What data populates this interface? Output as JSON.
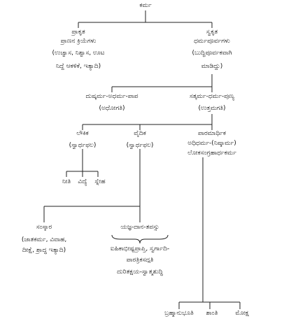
{
  "diagram": {
    "root": "ಕರ್ಮ",
    "prakruta": {
      "title": "ಪ್ರಾಕೃತ",
      "l1": "ಪ್ರಾಣನ ಕ್ರಿಯೆಗಳು",
      "l2": "(ಉಚ್ವಾಸ, ನಿಶ್ವಾಸ, ಊಟ",
      "l3": "ನಿದ್ದೆ ಆಕಳಿಕೆ, ಇತ್ಯಾದಿ)"
    },
    "samskruta": {
      "title": "ಸ್ವಕೃತ",
      "l1": "ಧರ್ಮಪೂರ್ವಗಳು",
      "l2": "(ಬುದ್ಧಿಪೂರ್ವಕವಾಗಿ",
      "l3": "ಮಾಡಿದ್ದು)"
    },
    "dushkarma": {
      "title": "ದುಷ್ಕರ್ಮ-ಅಧರ್ಮ-ಪಾಪ",
      "sub": "(ಅಧೋಗತಿ)"
    },
    "satkarma": {
      "title": "ಸತ್ಕರ್ಮ-ಧರ್ಮ-ಪುಣ್ಯ",
      "sub": "(ಉತ್ತಮಗತಿ)"
    },
    "laukika": {
      "title": "ಲೌಕಿಕ",
      "sub": "(ಸ್ವಾರ್ಥಫಲ)"
    },
    "vaidika": {
      "title": "ವೈದಿಕ",
      "sub": "(ಸ್ವಾರ್ಥಫಲ)"
    },
    "paramarthika": {
      "title": "ಪಾರಮಾರ್ಥಿಕ",
      "l1": "ಅಧಿಧರ್ಮ-(ನಿಷ್ಕಾರ್ಮ)",
      "l2": "ಲೋಕಸಂಗ್ರಹಾರ್ಥಕರ್ಮ"
    },
    "niti": "ನೀತಿ",
    "vidye": "ವಿದ್ಯೆ",
    "snehaka": "ಸ್ನೇಹ",
    "samskara": {
      "title": "ಸಂಸ್ಕಾರ",
      "l1": "(ಜಾತಕರ್ಮ, ವಿವಾಹ,",
      "l2": "ದೀಕ್ಷೆ, ಶ್ರಾದ್ಧ ಇತ್ಯಾದಿ)"
    },
    "yajna": {
      "title": "ಯಜ್ಞ-ದಾನ-ತಪಸ್ಸು",
      "l1": "ಐಹಿಕಾಭೀಷ್ಟಪ್ರಾಪ್ತಿ, ಸ್ವರ್ಗಾದಿ-",
      "l2": "ಪಾರತ್ರಿಕಸದ್ಗತಿ",
      "l3": "ದುರಿತಕ್ಷಯ-ಸ್ವಾತ್ಮಶುದ್ಧಿ"
    },
    "brahmanubhuti": "ಬ್ರಹ್ಮಾನುಭೂತಿ",
    "shanti": "ಶಾಂತಿ",
    "moksha": "ಮೋಕ್ಷ"
  }
}
